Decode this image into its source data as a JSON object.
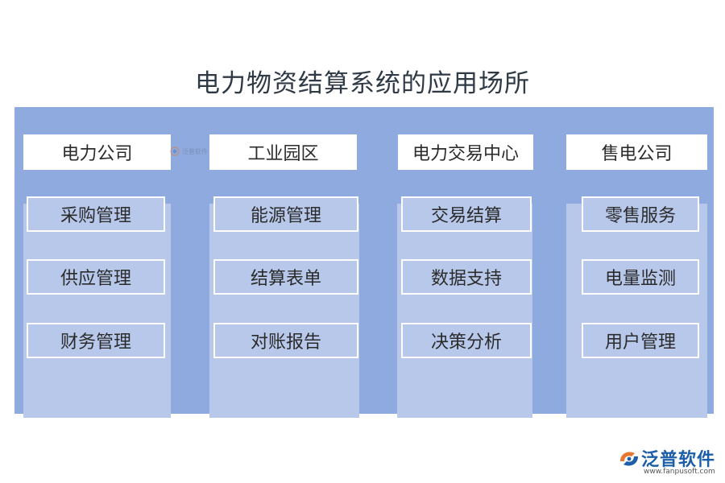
{
  "title": "电力物资结算系统的应用场所",
  "columns": [
    {
      "header": "电力公司",
      "items": [
        "采购管理",
        "供应管理",
        "财务管理"
      ]
    },
    {
      "header": "工业园区",
      "items": [
        "能源管理",
        "结算表单",
        "对账报告"
      ]
    },
    {
      "header": "电力交易中心",
      "items": [
        "交易结算",
        "数据支持",
        "决策分析"
      ]
    },
    {
      "header": "售电公司",
      "items": [
        "零售服务",
        "电量监测",
        "用户管理"
      ]
    }
  ],
  "watermark": {
    "text": "泛普软件"
  },
  "logo": {
    "name": "泛普软件",
    "url": "www.fanpusoft.com"
  },
  "colors": {
    "panel": "#8eaadf",
    "column_body": "#b7c8ea",
    "title": "#2f3a46",
    "brand": "#1d5ea8"
  }
}
